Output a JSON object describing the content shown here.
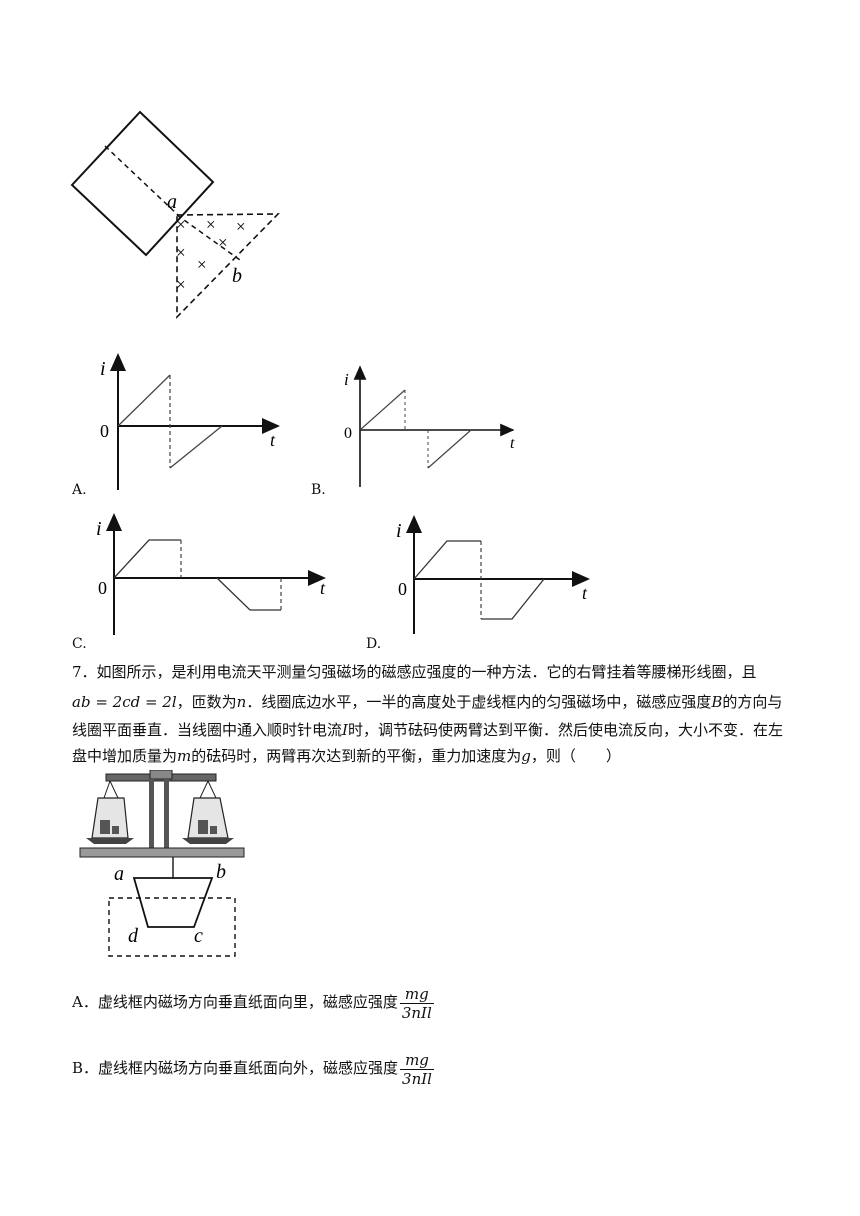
{
  "figure_top": {
    "label_a": "a",
    "label_b": "b",
    "cross": "×"
  },
  "graphs": [
    {
      "option": "A.",
      "y_axis": "i",
      "x_axis": "t",
      "origin": "0"
    },
    {
      "option": "B.",
      "y_axis": "i",
      "x_axis": "t",
      "origin": "0"
    },
    {
      "option": "C.",
      "y_axis": "i",
      "x_axis": "t",
      "origin": "0"
    },
    {
      "option": "D.",
      "y_axis": "i",
      "x_axis": "t",
      "origin": "0"
    }
  ],
  "question7": {
    "line1": "7．如图所示，是利用电流天平测量匀强磁场的磁感应强度的一种方法．它的右臂挂着等腰梯形线圈，且",
    "line2_math": "ab = 2cd = 2l",
    "line2_a": "，匝数为",
    "line2_n": "n",
    "line2_b": "．线圈底边水平，一半的高度处于虚线框内的匀强磁场中，磁感应强度",
    "line2_B": "B",
    "line2_c": "的方向与",
    "line3_a": "线圈平面垂直．当线圈中通入顺时针电流",
    "line3_I": "I",
    "line3_b": "时，调节砝码使两臂达到平衡．然后使电流反向，大小不变．在左",
    "line4_a": "盘中增加质量为",
    "line4_m": "m",
    "line4_b": "的砝码时，两臂再次达到新的平衡，重力加速度为",
    "line4_g": "g",
    "line4_c": "，则（　　）"
  },
  "balance_figure": {
    "label_a": "a",
    "label_b": "b",
    "label_c": "c",
    "label_d": "d"
  },
  "choices": [
    {
      "text": "A．虚线框内磁场方向垂直纸面向里，磁感应强度",
      "num": "mg",
      "den": "3nIl"
    },
    {
      "text": "B．虚线框内磁场方向垂直纸面向外，磁感应强度",
      "num": "mg",
      "den": "3nIl"
    }
  ]
}
